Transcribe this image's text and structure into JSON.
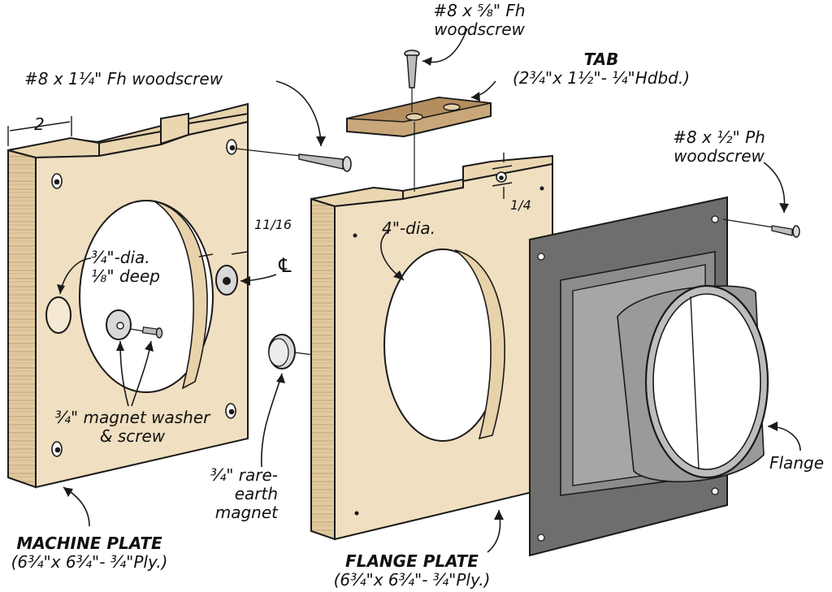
{
  "labels": {
    "screw_tab_l1": "#8 x ⅝\" Fh",
    "screw_tab_l2": "woodscrew",
    "tab_title": "TAB",
    "tab_dims": "(2¾\"x 1½\"- ¼\"Hdbd.)",
    "screw_fh_long": "#8 x 1¼\" Fh woodscrew",
    "screw_ph_l1": "#8 x ½\" Ph",
    "screw_ph_l2": "woodscrew",
    "dim_2": "2",
    "dim_11_16": "11/16",
    "centerline": "℄",
    "dim_1_4": "1/4",
    "hole_dia_l1": "¾\"-dia.",
    "hole_dia_l2": "⅛\" deep",
    "four_dia": "4\"-dia.",
    "washer_l1": "¾\" magnet washer",
    "washer_l2": "& screw",
    "magnet_l1": "¾\" rare-",
    "magnet_l2": "earth",
    "magnet_l3": "magnet",
    "flange": "Flange",
    "machine_title": "MACHINE PLATE",
    "machine_dims": "(6¾\"x 6¾\"- ¾\"Ply.)",
    "flange_plate_title": "FLANGE PLATE",
    "flange_plate_dims": "(6¾\"x 6¾\"- ¾\"Ply.)"
  },
  "colors": {
    "plywood_face": "#f0dfc0",
    "plywood_edge": "#e6d0a8",
    "hardboard": "#c9a77a",
    "metal_plate": "#6e6e6e",
    "metal_light": "#bdbdbd",
    "washer": "#d9d9d9",
    "outline": "#1a1a1a"
  }
}
